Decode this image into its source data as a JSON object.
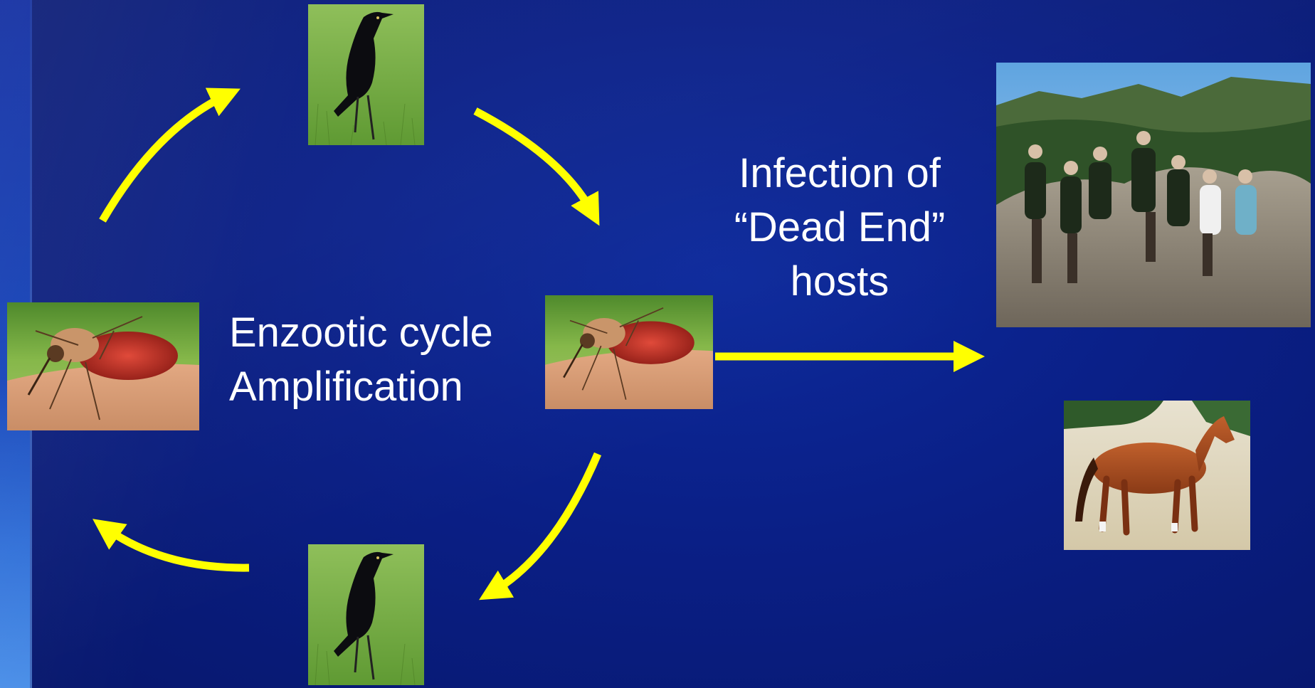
{
  "slide": {
    "cycle_label_line1": "Enzootic cycle",
    "cycle_label_line2": "Amplification",
    "dead_end_line1": "Infection of",
    "dead_end_line2": "“Dead End”",
    "dead_end_line3": "hosts"
  },
  "images": {
    "bird_top": "crow-photo",
    "bird_bottom": "crow-photo",
    "mosquito_left": "mosquito-photo",
    "mosquito_right": "mosquito-photo",
    "people": "hikers-group-photo",
    "horse": "horse-photo"
  },
  "colors": {
    "background": "#0a1f86",
    "arrow": "#ffff00",
    "text": "#ffffff"
  }
}
